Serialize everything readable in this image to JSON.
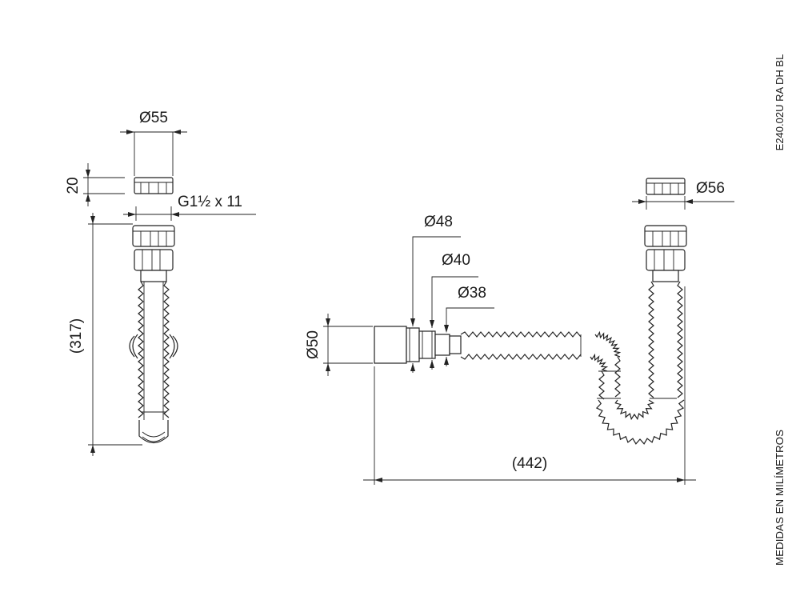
{
  "labels": {
    "left_diameter_top": "Ø55",
    "left_height_nut": "20",
    "left_thread": "G1½ x 11",
    "left_length": "(317)",
    "right_diameter_inlet": "Ø56",
    "right_diameter_48": "Ø48",
    "right_diameter_40": "Ø40",
    "right_diameter_38": "Ø38",
    "right_diameter_outlet": "Ø50",
    "right_length": "(442)",
    "model_code": "E240.02U RA DH BL",
    "units_note": "MEDIDAS EN MILÍMETROS"
  },
  "colors": {
    "line": "#222222",
    "text": "#1a1a1a",
    "background": "#ffffff"
  }
}
